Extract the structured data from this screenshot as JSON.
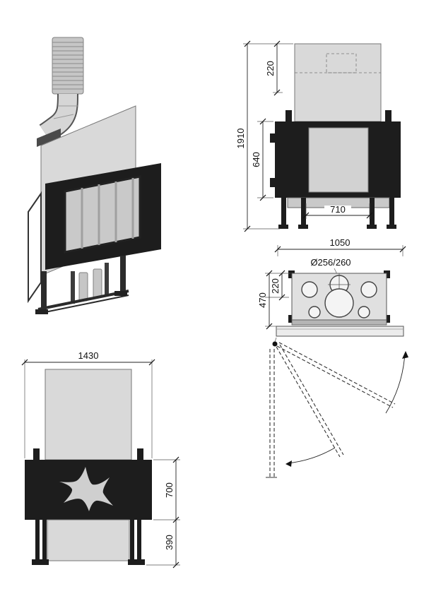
{
  "drawing": {
    "front_view": {
      "dim_hood_height": "220",
      "dim_total_height": "1910",
      "dim_firebox_height": "640",
      "dim_inner_width": "710"
    },
    "top_view": {
      "dim_width": "1050",
      "dim_flue_diameter": "Ø256/260",
      "dim_flue_offset": "220",
      "dim_depth": "470"
    },
    "large_front_view": {
      "dim_width": "1430",
      "dim_body_height": "700",
      "dim_base_height": "390"
    },
    "colors": {
      "firebox_dark": "#1d1d1d",
      "panel_light": "#d9d9d9",
      "line": "#222222"
    }
  }
}
